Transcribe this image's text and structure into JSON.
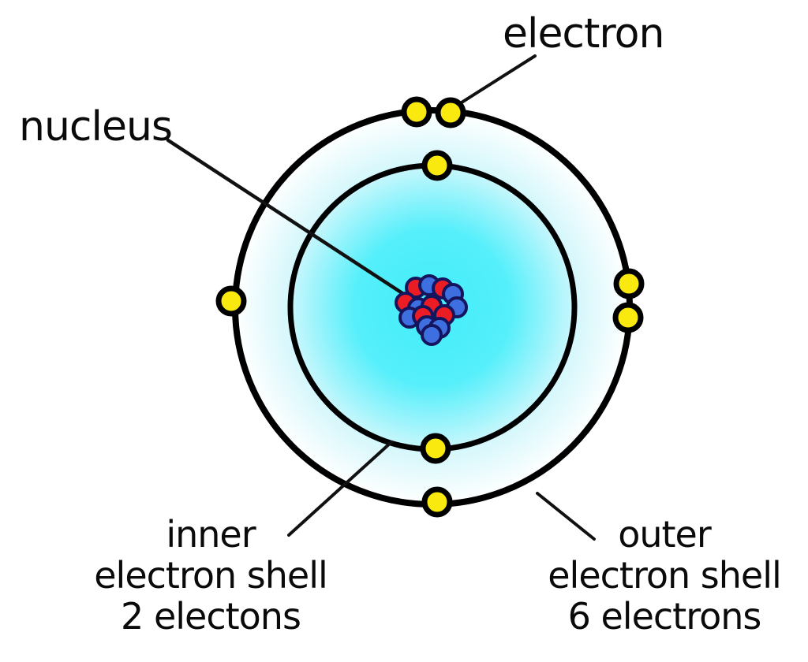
{
  "figure": {
    "type": "labeled-science-diagram",
    "subject": "atom model with nucleus, inner electron shell and outer electron shell",
    "background": "#ffffff"
  },
  "labels": {
    "electron": "electron",
    "nucleus": "nucleus",
    "inner_shell": [
      "inner",
      "electron shell",
      "2 electons"
    ],
    "outer_shell": [
      "outer",
      "electron shell",
      "6 electrons"
    ]
  },
  "counts": {
    "inner_shell_electrons": 2,
    "outer_shell_electrons": 6
  },
  "colors": {
    "shell_outline": "#000000",
    "pointer_line": "#111111",
    "electron_fill": "#F9E90F",
    "electron_outline": "#000000",
    "nucleus_red": "#EC1C24",
    "nucleus_blue": "#3E6FE1",
    "nucleus_outline": "#15155E",
    "atom_center": "#42EDFA",
    "atom_mid": "#55EFFB",
    "atom_inner_edge": "#C9F7FC",
    "ring_inner": "#CFF6FB",
    "ring_outer": "#FFFFFF",
    "label_text": "#0A0A0A"
  }
}
